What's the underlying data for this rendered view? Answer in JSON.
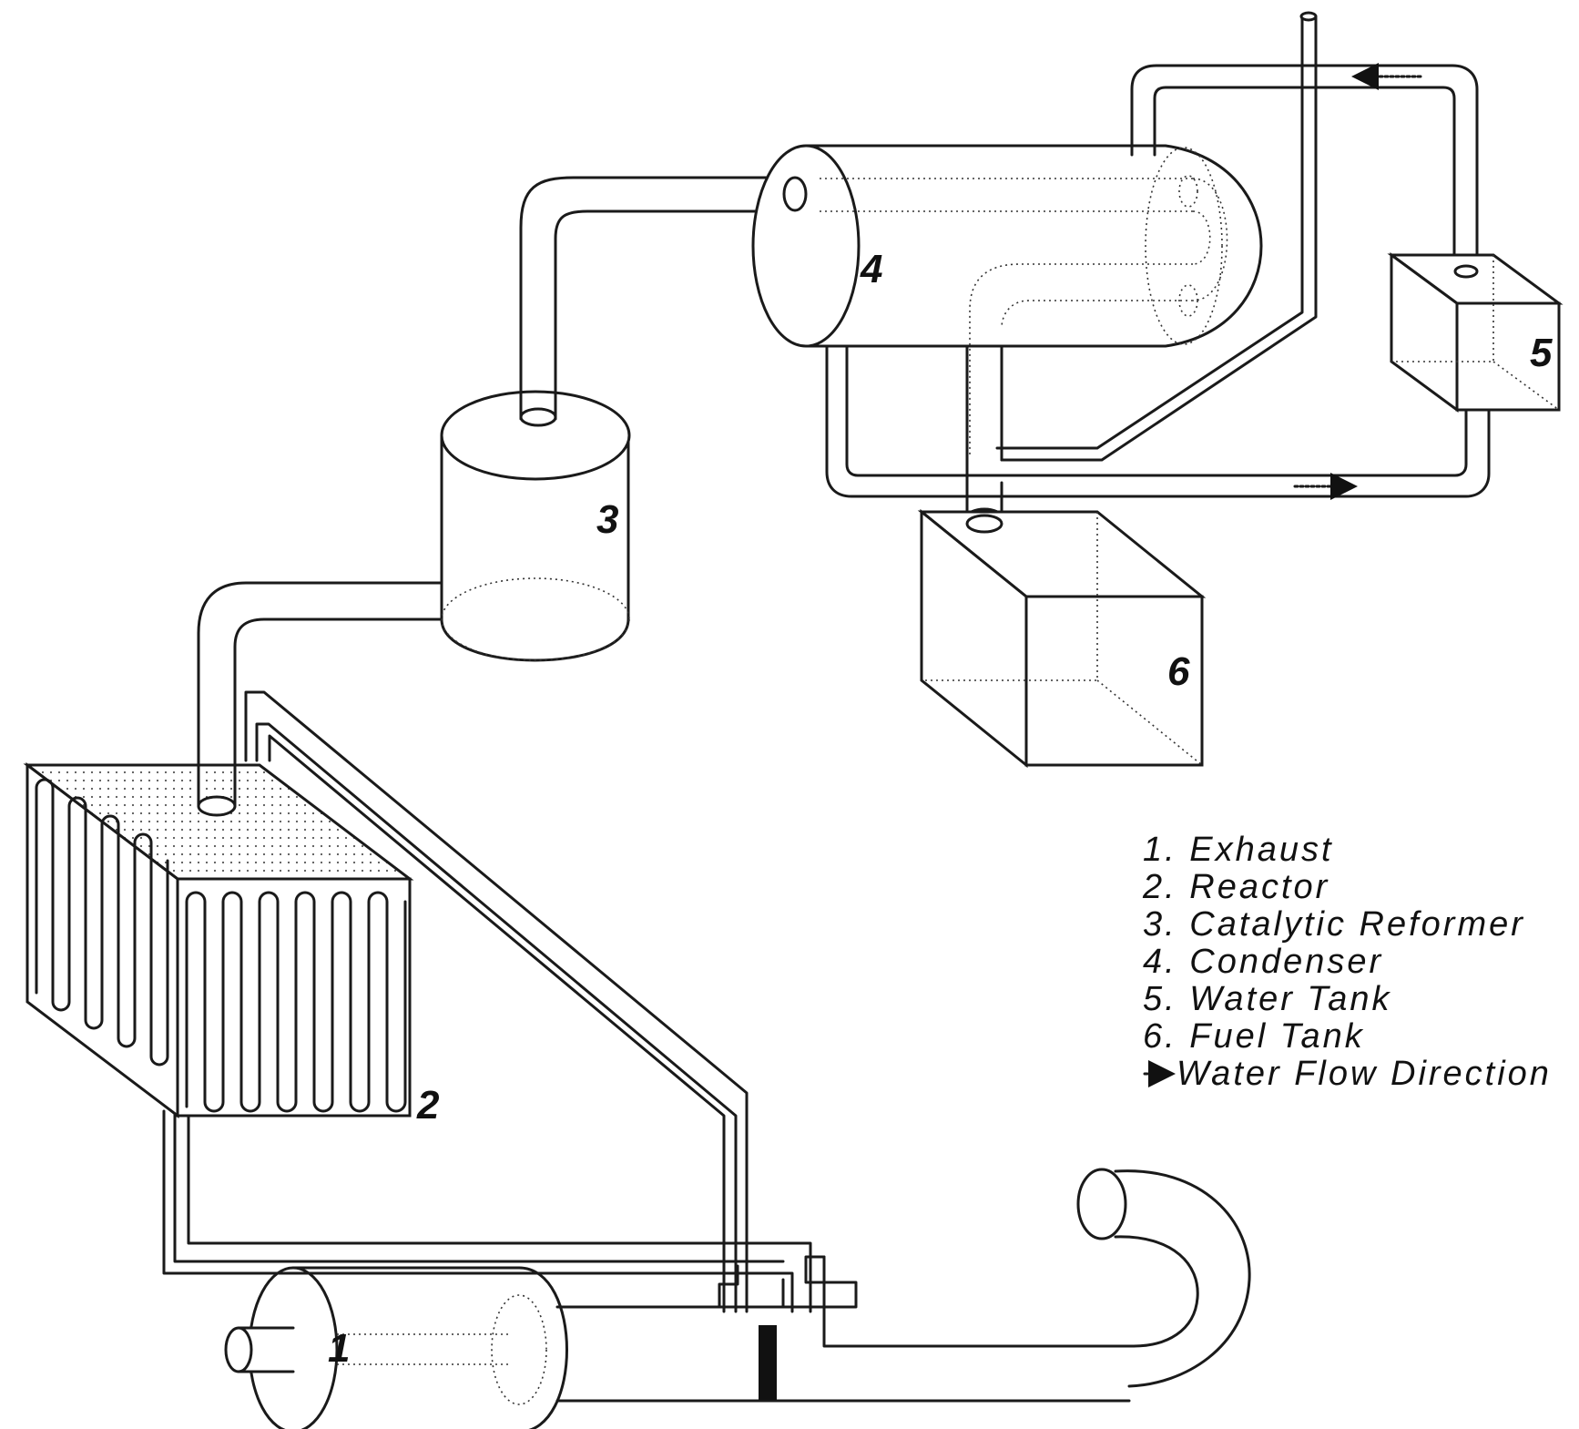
{
  "components": [
    {
      "id": "1",
      "name": "Exhaust"
    },
    {
      "id": "2",
      "name": "Reactor"
    },
    {
      "id": "3",
      "name": "Catalytic Reformer"
    },
    {
      "id": "4",
      "name": "Condenser"
    },
    {
      "id": "5",
      "name": "Water Tank"
    },
    {
      "id": "6",
      "name": "Fuel Tank"
    }
  ],
  "legend": {
    "items": [
      "1. Exhaust",
      "2. Reactor",
      "3. Catalytic Reformer",
      "4. Condenser",
      "5. Water Tank",
      "6. Fuel Tank"
    ],
    "arrow_label": "Water Flow Direction"
  },
  "colors": {
    "line": "#1a1a1a",
    "background": "#ffffff"
  }
}
